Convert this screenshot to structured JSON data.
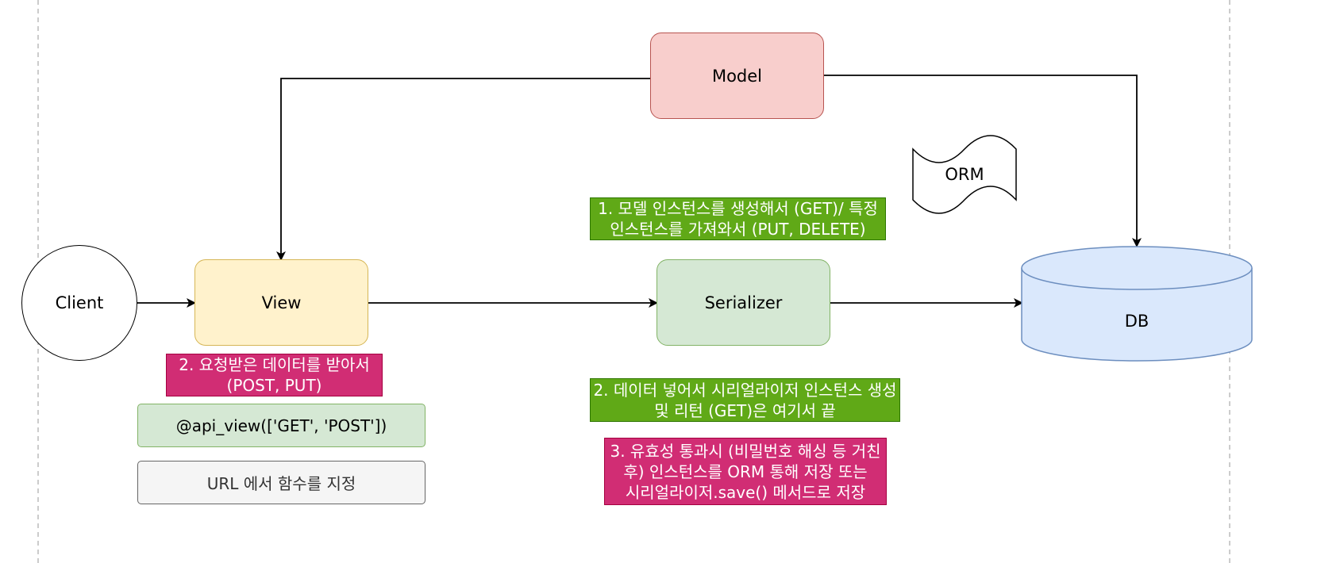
{
  "nodes": {
    "model": "Model",
    "view": "View",
    "serializer": "Serializer",
    "client": "Client",
    "db": "DB",
    "orm": "ORM"
  },
  "boxes": {
    "api_view": "@api_view(['GET', 'POST'])",
    "url": "URL 에서 함수를 지정"
  },
  "notes": {
    "note1": [
      "1. 모델 인스턴스를 생성해서 (GET)/ 특정",
      "인스턴스를 가져와서 (PUT, DELETE)"
    ],
    "note2": [
      "2. 요청받은 데이터를 받아서",
      "(POST, PUT)"
    ],
    "note3": [
      "2. 데이터 넣어서 시리얼라이저 인스턴스 생성",
      "및 리턴 (GET)은 여기서 끝"
    ],
    "note4": [
      "3. 유효성 통과시 (비밀번호 해싱 등 거친",
      "후) 인스턴스를 ORM 통해 저장 또는",
      "시리얼라이저.save() 메서드로 저장"
    ]
  },
  "colors": {
    "model_fill": "#f8cecc",
    "view_fill": "#fff2cc",
    "serializer_fill": "#d5e8d4",
    "db_fill": "#dae8fc",
    "note_green": "#60a917",
    "note_pink": "#d12d74"
  }
}
